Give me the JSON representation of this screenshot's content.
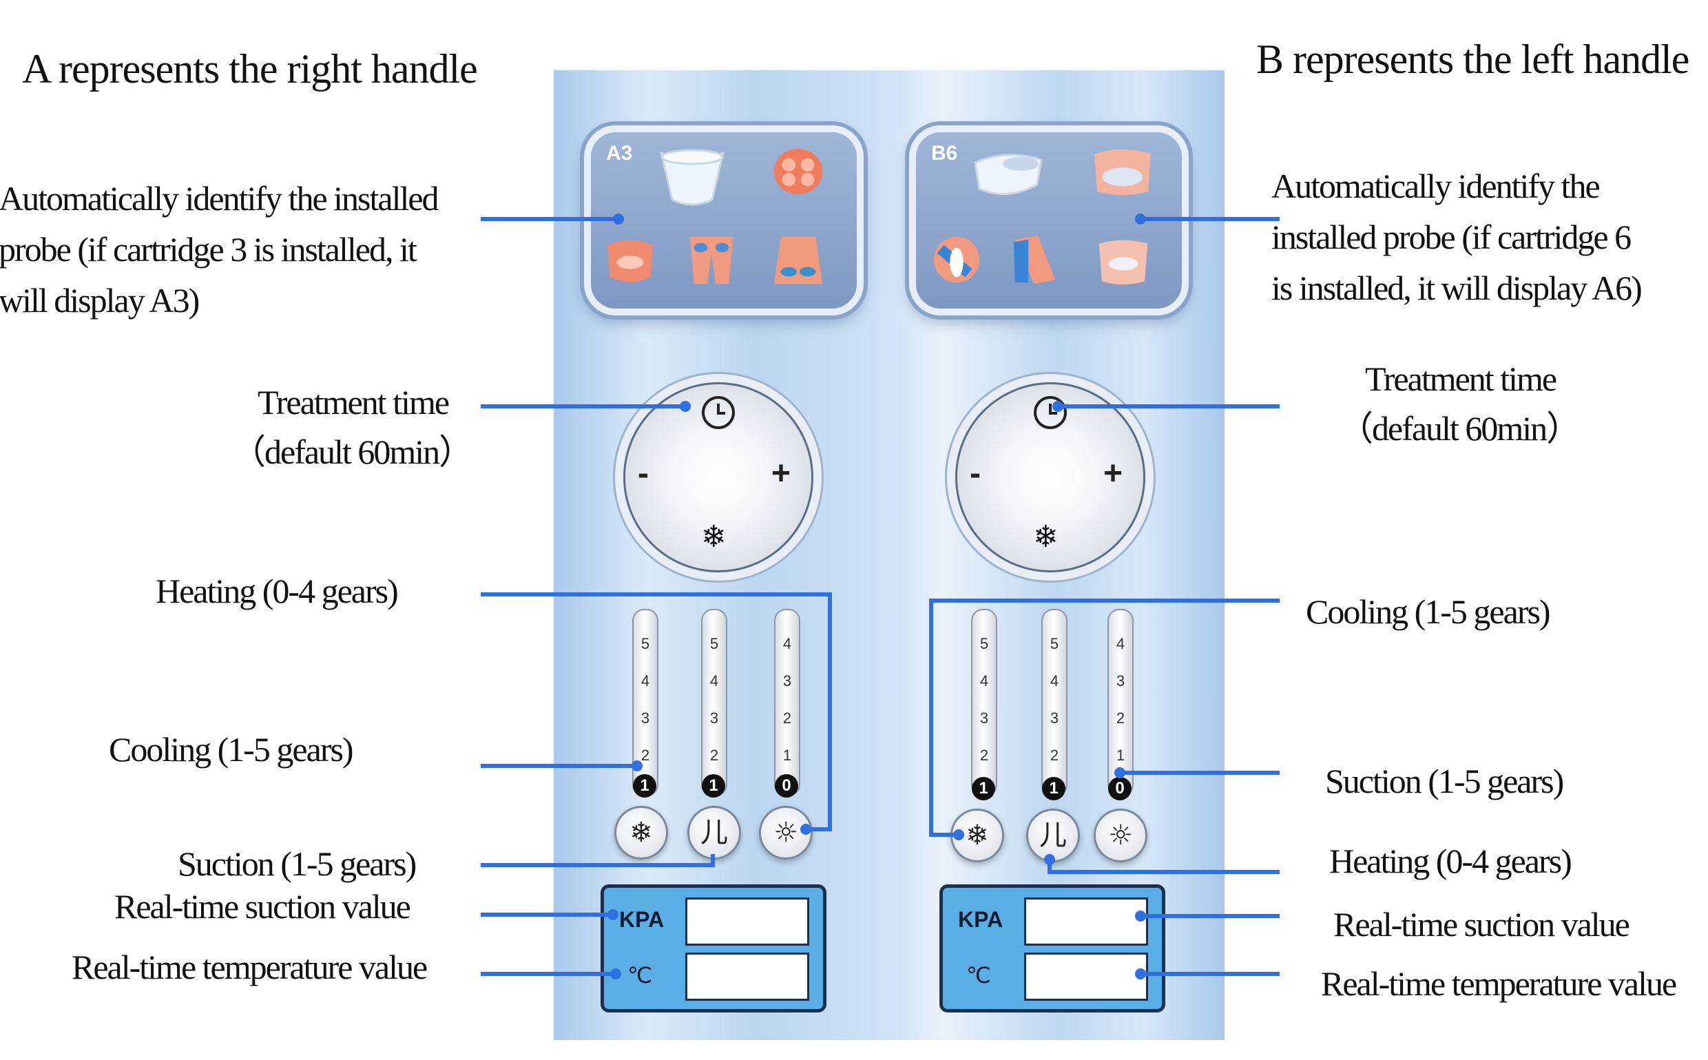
{
  "headings": {
    "right_handle": "A represents the right handle",
    "left_handle": "B represents the left handle"
  },
  "left_labels": {
    "probe": [
      "Automatically   identify   the   installed",
      "probe   (if   cartridge 3 is   installed, it",
      "will display A3)"
    ],
    "time": [
      "Treatment time",
      "（default   60min）"
    ],
    "heating": "Heating (0-4 gears)",
    "cooling": "Cooling (1-5 gears)",
    "suction": "Suction (1-5 gears)",
    "suction_value": "Real-time suction value",
    "temperature_value": "Real-time temperature value"
  },
  "right_labels": {
    "probe": [
      "Automatically   identify   the",
      "installed   probe   (if   cartridge 6",
      "is installed, it will display A6)"
    ],
    "time": [
      "Treatment time",
      "（default   60min）"
    ],
    "cooling": "Cooling (1-5 gears)",
    "suction": "Suction (1-5 gears)",
    "heating": "Heating (0-4 gears)",
    "suction_value": "Real-time suction value",
    "temperature_value": "Real-time temperature value"
  },
  "panel_a": {
    "probe_code": "A3",
    "dial": {
      "minus": "-",
      "plus": "+"
    },
    "tubes": [
      {
        "ticks": [
          "5",
          "4",
          "3",
          "2"
        ],
        "level": "1"
      },
      {
        "ticks": [
          "5",
          "4",
          "3",
          "2"
        ],
        "level": "1"
      },
      {
        "ticks": [
          "4",
          "3",
          "2",
          "1"
        ],
        "level": "0"
      }
    ],
    "readout": {
      "suction_unit": "KPA",
      "temp_unit": "℃"
    }
  },
  "panel_b": {
    "probe_code": "B6",
    "dial": {
      "minus": "-",
      "plus": "+"
    },
    "tubes": [
      {
        "ticks": [
          "5",
          "4",
          "3",
          "2"
        ],
        "level": "1"
      },
      {
        "ticks": [
          "5",
          "4",
          "3",
          "2"
        ],
        "level": "1"
      },
      {
        "ticks": [
          "4",
          "3",
          "2",
          "1"
        ],
        "level": "0"
      }
    ],
    "readout": {
      "suction_unit": "KPA",
      "temp_unit": "℃"
    }
  },
  "icons": {
    "tube_knobs": [
      "snowflake-icon",
      "suction-icon",
      "sun-icon"
    ],
    "dial_top": "clock-icon",
    "dial_bottom": "snowflake-icon"
  },
  "colors": {
    "leader_line": "#2f6fe0",
    "readout_fill": "#5aaee6",
    "probe_box": "#8ea7cc"
  }
}
